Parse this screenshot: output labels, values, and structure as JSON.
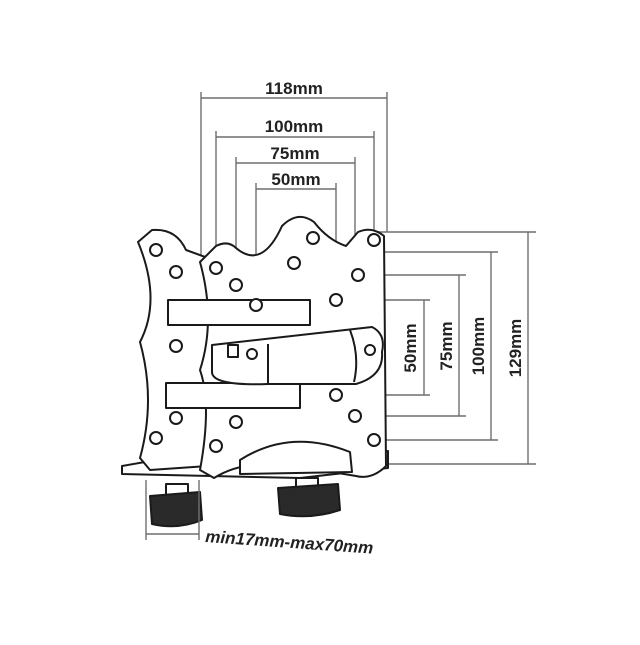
{
  "diagram": {
    "top_dimensions": [
      "118mm",
      "100mm",
      "75mm",
      "50mm"
    ],
    "side_dimensions": [
      "50mm",
      "75mm",
      "100mm",
      "129mm"
    ],
    "clamp_range": "min17mm-max70mm"
  },
  "colors": {
    "line": "#1a1a1a",
    "dimension_line": "#6f6f6f",
    "hole_fill": "#ffffff"
  }
}
